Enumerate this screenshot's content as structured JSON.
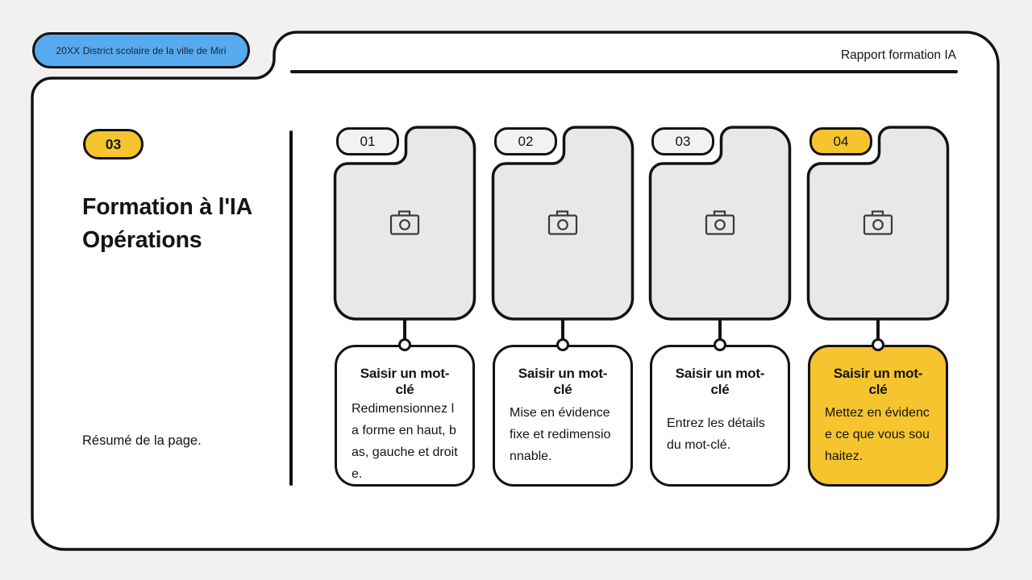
{
  "page": {
    "badge": "20XX District scolaire de la ville de Miri",
    "header": "Rapport formation IA"
  },
  "sidebar": {
    "number": "03",
    "title": "Formation à l'IA\nOpérations",
    "summary": "Résumé de la page."
  },
  "columns": [
    {
      "tab": "01",
      "heading": "Saisir un mot-clé",
      "body": "Redimensionnez la forme en haut, bas, gauche et droite.",
      "image_icon": "camera-icon",
      "highlight": false
    },
    {
      "tab": "02",
      "heading": "Saisir un mot-clé",
      "body": "Mise en évidence fixe et redimensionnable.",
      "image_icon": "camera-icon",
      "highlight": false
    },
    {
      "tab": "03",
      "heading": "Saisir un mot-clé",
      "body": "Entrez les détails du mot-clé.",
      "image_icon": "camera-icon",
      "highlight": false
    },
    {
      "tab": "04",
      "heading": "Saisir un mot-clé",
      "body": "Mettez en évidence ce que vous souhaitez.",
      "image_icon": "camera-icon",
      "highlight": true
    }
  ],
  "colors": {
    "accent_yellow": "#f5c42f",
    "accent_blue": "#58aaee",
    "card_gray": "#e9e8e6",
    "ink": "#131313",
    "background": "#f2f1f0"
  }
}
